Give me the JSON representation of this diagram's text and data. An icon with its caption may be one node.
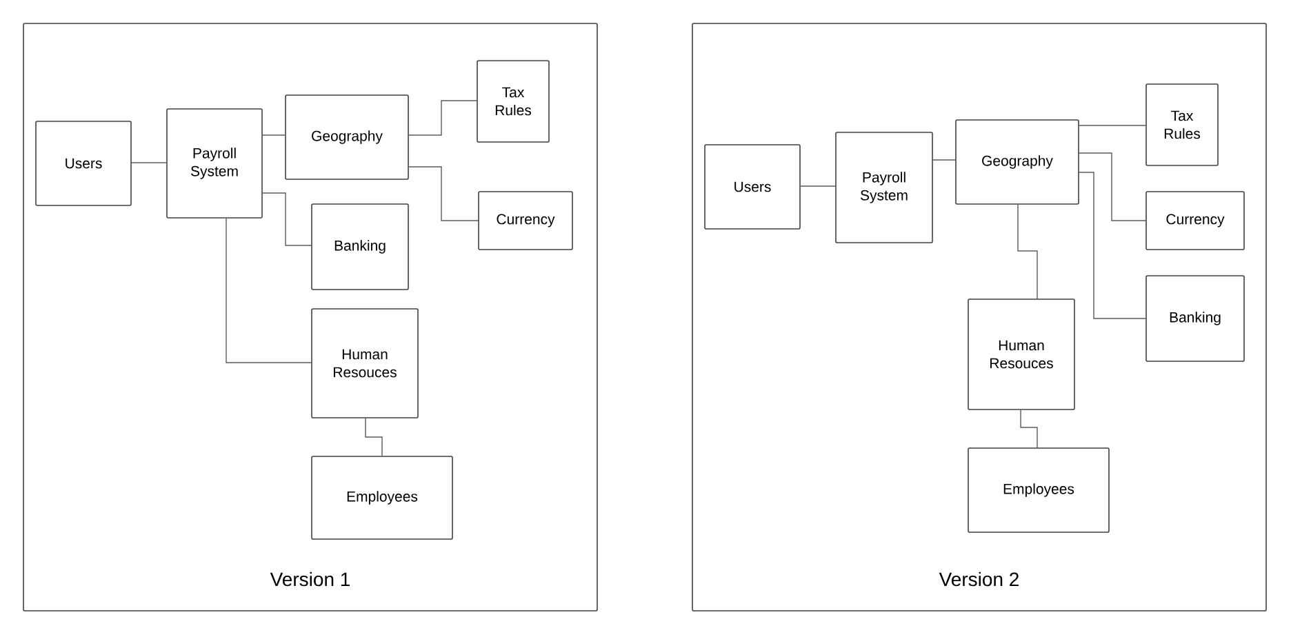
{
  "diagram": {
    "nodes": [
      {
        "text": [
          "Version 1"
        ]
      },
      {
        "text": [
          "Users"
        ],
        "in": 0
      },
      {
        "text": [
          "Payroll System"
        ],
        "in": 0
      },
      {
        "text": [
          "Geography"
        ],
        "in": 0
      },
      {
        "text": [
          "Tax Rules"
        ],
        "in": 0
      },
      {
        "text": [
          "Currency"
        ],
        "in": 0
      },
      {
        "text": [
          "Banking"
        ],
        "in": 0
      },
      {
        "text": [
          "Human Resouces"
        ],
        "in": 0
      },
      {
        "text": [
          "Employees"
        ],
        "in": 0
      },
      {
        "text": [
          "Version 2"
        ]
      },
      {
        "text": [
          "Users"
        ],
        "in": 9
      },
      {
        "text": [
          "Payroll System"
        ],
        "in": 9
      },
      {
        "text": [
          "Geography"
        ],
        "in": 9
      },
      {
        "text": [
          "Tax Rules"
        ],
        "in": 9
      },
      {
        "text": [
          "Currency"
        ],
        "in": 9
      },
      {
        "text": [
          "Banking"
        ],
        "in": 9
      },
      {
        "text": [
          "Human Resouces"
        ],
        "in": 9
      },
      {
        "text": [
          "Employees"
        ],
        "in": 9
      }
    ],
    "edges": [
      {
        "from": 1,
        "to": 2,
        "arrow": "none"
      },
      {
        "from": 2,
        "to": 3,
        "arrow": "none"
      },
      {
        "from": 3,
        "to": 4,
        "arrow": "none"
      },
      {
        "from": 3,
        "to": 5,
        "arrow": "none"
      },
      {
        "from": 2,
        "to": 6,
        "arrow": "none"
      },
      {
        "from": 2,
        "to": 7,
        "arrow": "none"
      },
      {
        "from": 7,
        "to": 8,
        "arrow": "none"
      },
      {
        "from": 10,
        "to": 11,
        "arrow": "none"
      },
      {
        "from": 11,
        "to": 12,
        "arrow": "none"
      },
      {
        "from": 12,
        "to": 13,
        "arrow": "none"
      },
      {
        "from": 12,
        "to": 14,
        "arrow": "none"
      },
      {
        "from": 12,
        "to": 15,
        "arrow": "none"
      },
      {
        "from": 12,
        "to": 16,
        "arrow": "none"
      },
      {
        "from": 16,
        "to": 17,
        "arrow": "none"
      }
    ]
  }
}
